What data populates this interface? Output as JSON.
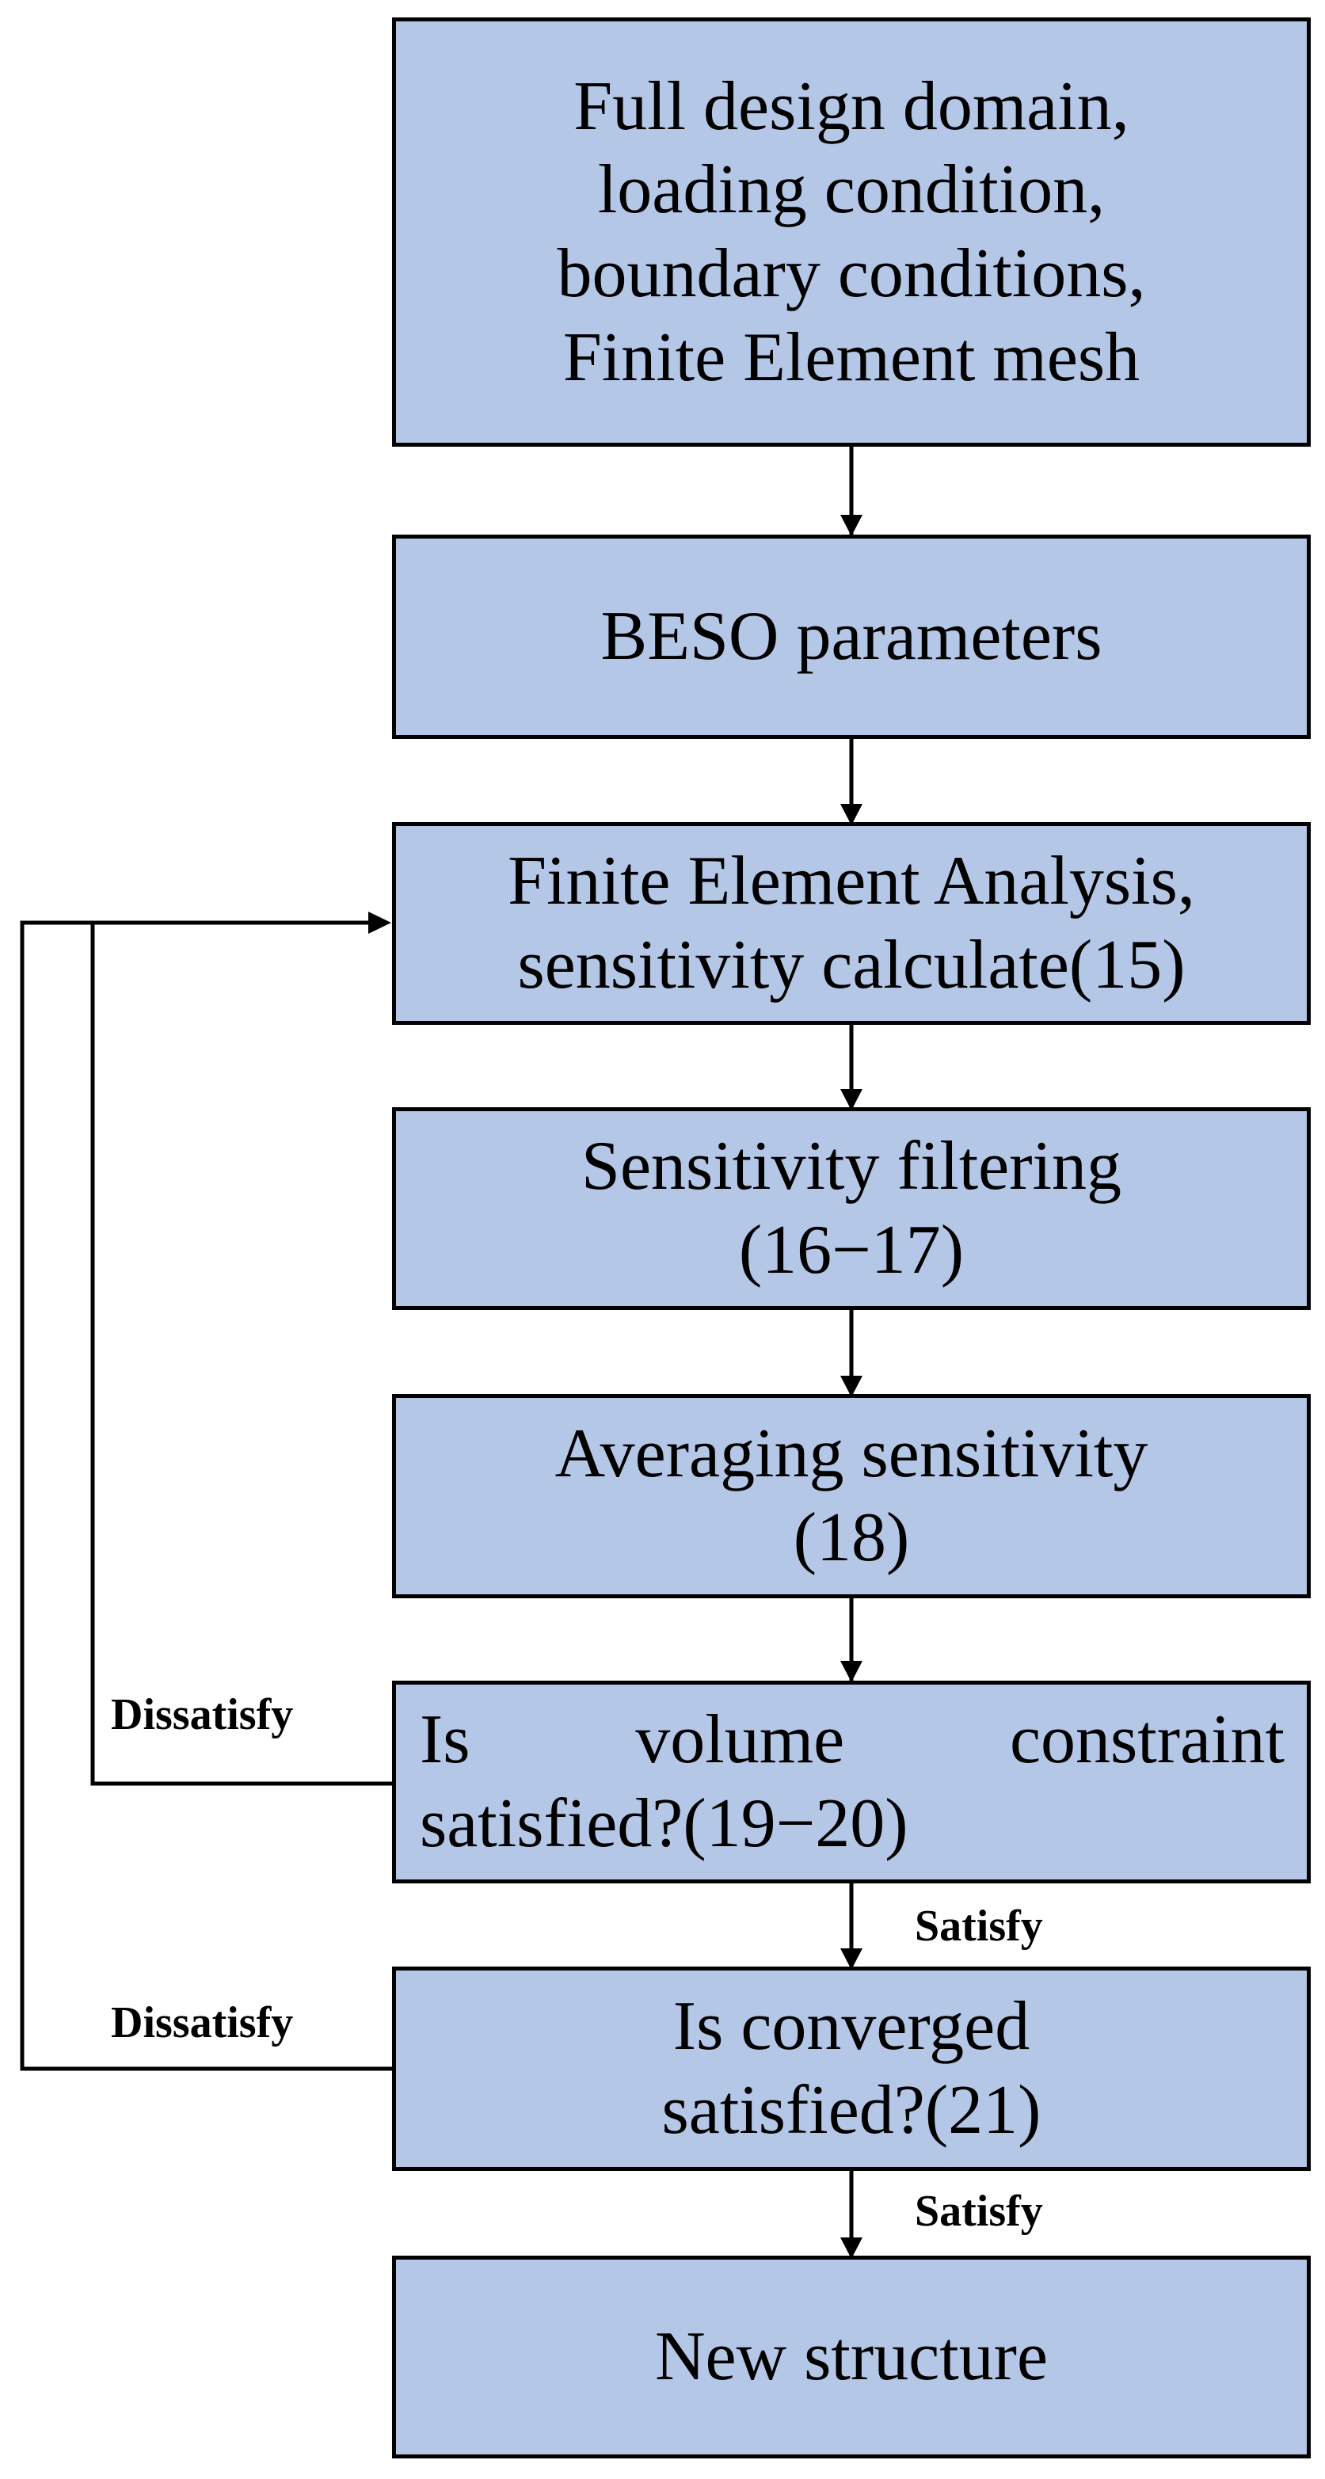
{
  "colors": {
    "box_fill": "#b4c7e7",
    "stroke": "#000000",
    "background": "#ffffff"
  },
  "steps": {
    "input": {
      "lines": [
        "Full design domain,",
        "loading condition,",
        "boundary conditions,",
        "Finite Element mesh"
      ]
    },
    "params": {
      "lines": [
        "BESO parameters"
      ]
    },
    "fea": {
      "lines": [
        "Finite Element Analysis,",
        "sensitivity calculate(15)"
      ]
    },
    "filter": {
      "lines": [
        "Sensitivity filtering",
        "(16−17)"
      ]
    },
    "average": {
      "lines": [
        "Averaging sensitivity",
        "(18)"
      ]
    },
    "volume": {
      "words": [
        "Is",
        "volume",
        "constraint"
      ],
      "lines": [
        "satisfied?(19−20)"
      ]
    },
    "converge": {
      "lines": [
        "Is converged",
        "satisfied?(21)"
      ]
    },
    "result": {
      "lines": [
        "New structure"
      ]
    }
  },
  "edges": {
    "volume_yes": "Satisfy",
    "volume_no": "Dissatisfy",
    "converge_yes": "Satisfy",
    "converge_no": "Dissatisfy"
  }
}
